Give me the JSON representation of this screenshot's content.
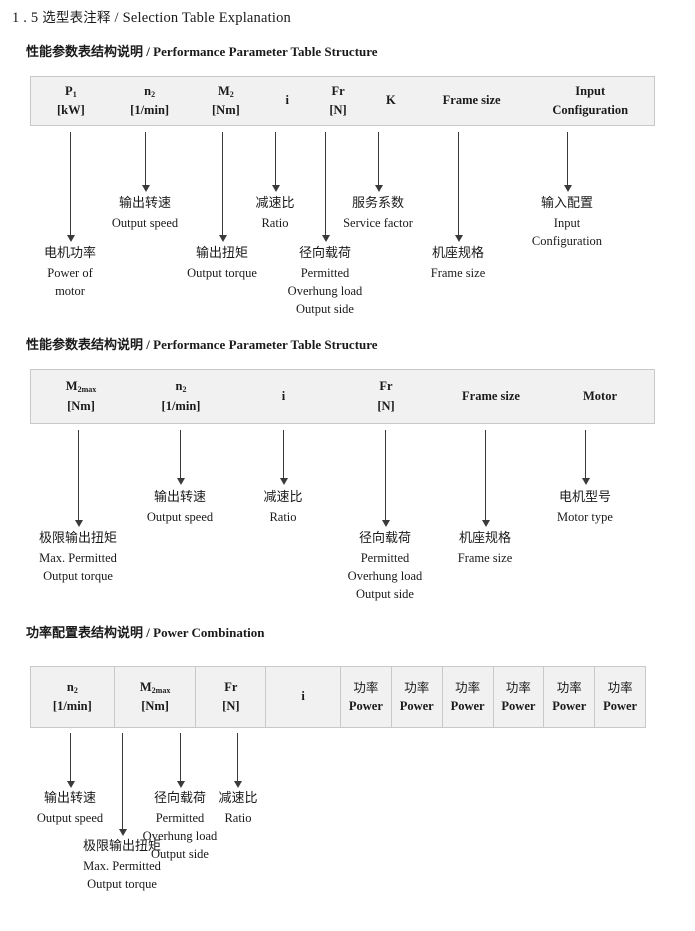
{
  "page_title": {
    "number": "1 . 5",
    "cn": "选型表注释",
    "sep": "/",
    "en": "Selection Table Explanation"
  },
  "sections": [
    {
      "id": "performance-1",
      "heading": {
        "cn": "性能参数表结构说明",
        "sep": "/",
        "en": "Performance Parameter Table Structure"
      },
      "table": {
        "gridded": false,
        "columns": [
          {
            "sym": "P",
            "subscript": "1",
            "unit": "[kW]"
          },
          {
            "sym": "n",
            "subscript": "2",
            "unit": "[1/min]"
          },
          {
            "sym": "M",
            "subscript": "2",
            "unit": "[Nm]"
          },
          {
            "sym": "i",
            "subscript": "",
            "unit": ""
          },
          {
            "sym": "Fr",
            "subscript": "",
            "unit": "[N]"
          },
          {
            "sym": "K",
            "subscript": "",
            "unit": ""
          },
          {
            "sym": "Frame size",
            "subscript": "",
            "unit": ""
          },
          {
            "sym": "Input",
            "subscript": "",
            "unit": "Configuration"
          }
        ]
      },
      "notes": [
        {
          "cn": "电机功率",
          "en": [
            "Power of",
            "motor"
          ]
        },
        {
          "cn": "输出转速",
          "en": [
            "Output speed"
          ]
        },
        {
          "cn": "输出扭矩",
          "en": [
            "Output torque"
          ]
        },
        {
          "cn": "减速比",
          "en": [
            "Ratio"
          ]
        },
        {
          "cn": "径向载荷",
          "en": [
            "Permitted",
            "Overhung load",
            "Output side"
          ]
        },
        {
          "cn": "服务系数",
          "en": [
            "Service factor"
          ]
        },
        {
          "cn": "机座规格",
          "en": [
            "Frame size"
          ]
        },
        {
          "cn": "输入配置",
          "en": [
            "Input",
            "Configuration"
          ]
        }
      ]
    },
    {
      "id": "performance-2",
      "heading": {
        "cn": "性能参数表结构说明",
        "sep": "/",
        "en": "Performance Parameter Table Structure"
      },
      "table": {
        "gridded": false,
        "columns": [
          {
            "sym": "M",
            "subscript": "2max",
            "unit": "[Nm]"
          },
          {
            "sym": "n",
            "subscript": "2",
            "unit": "[1/min]"
          },
          {
            "sym": "i",
            "subscript": "",
            "unit": ""
          },
          {
            "sym": "Fr",
            "subscript": "",
            "unit": "[N]"
          },
          {
            "sym": "Frame size",
            "subscript": "",
            "unit": ""
          },
          {
            "sym": "Motor",
            "subscript": "",
            "unit": ""
          }
        ]
      },
      "notes": [
        {
          "cn": "极限输出扭矩",
          "en": [
            "Max. Permitted",
            "Output  torque"
          ]
        },
        {
          "cn": "输出转速",
          "en": [
            "Output speed"
          ]
        },
        {
          "cn": "减速比",
          "en": [
            "Ratio"
          ]
        },
        {
          "cn": "径向载荷",
          "en": [
            "Permitted",
            "Overhung load",
            "Output side"
          ]
        },
        {
          "cn": "机座规格",
          "en": [
            "Frame size"
          ]
        },
        {
          "cn": "电机型号",
          "en": [
            "Motor type"
          ]
        }
      ]
    },
    {
      "id": "power-combination",
      "heading": {
        "cn": "功率配置表结构说明",
        "sep": "/",
        "en": "Power Combination"
      },
      "table": {
        "gridded": true,
        "columns": [
          {
            "sym": "n",
            "subscript": "2",
            "unit": "[1/min]"
          },
          {
            "sym": "M",
            "subscript": "2max",
            "unit": "[Nm]"
          },
          {
            "sym": "Fr",
            "subscript": "",
            "unit": "[N]"
          },
          {
            "sym": "i",
            "subscript": "",
            "unit": ""
          },
          {
            "sym": "功率",
            "subscript": "",
            "unit": "Power"
          },
          {
            "sym": "功率",
            "subscript": "",
            "unit": "Power"
          },
          {
            "sym": "功率",
            "subscript": "",
            "unit": "Power"
          },
          {
            "sym": "功率",
            "subscript": "",
            "unit": "Power"
          },
          {
            "sym": "功率",
            "subscript": "",
            "unit": "Power"
          },
          {
            "sym": "功率",
            "subscript": "",
            "unit": "Power"
          }
        ]
      },
      "notes": [
        {
          "cn": "输出转速",
          "en": [
            "Output speed"
          ]
        },
        {
          "cn": "极限输出扭矩",
          "en": [
            "Max. Permitted",
            "Output  torque"
          ]
        },
        {
          "cn": "径向载荷",
          "en": [
            "Permitted",
            "Overhung load",
            "Output side"
          ]
        },
        {
          "cn": "减速比",
          "en": [
            "Ratio"
          ]
        }
      ]
    }
  ],
  "colors": {
    "table_bg": "#f1f1f1",
    "table_border": "#c9c9c9",
    "arrow": "#3a3a3a",
    "text": "#1a1a1a"
  }
}
